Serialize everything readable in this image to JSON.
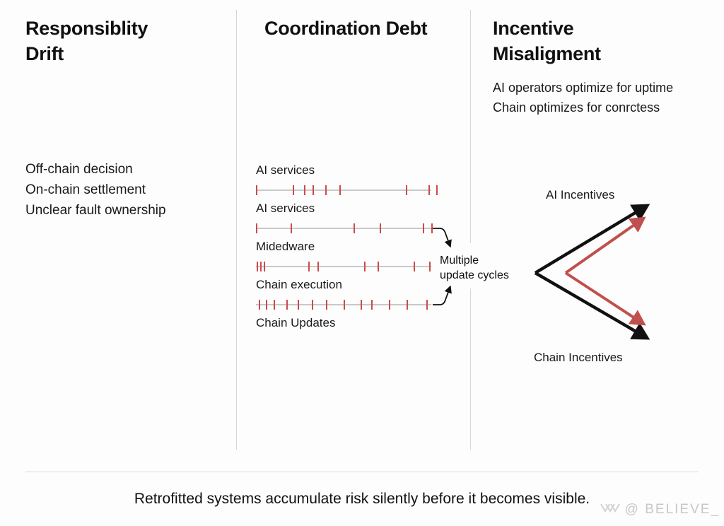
{
  "page": {
    "background_color": "#fdfdfd",
    "accent_red": "#cc4b4b",
    "arrow_black": "#111111",
    "arrow_red": "#c0504d",
    "divider_color": "#d6d6d6"
  },
  "columns": [
    {
      "id": "responsibility-drift",
      "title": "Responsiblity\nDrift",
      "lines": [
        "Off-chain decision",
        "On-chain settlement",
        "Unclear fault ownership"
      ]
    },
    {
      "id": "coordination-debt",
      "title": "Coordination Debt",
      "annotation": "Multiple\nupdate cycles",
      "timelines": [
        {
          "label": "AI services",
          "ticks": [
            0,
            52,
            68,
            80,
            98,
            118,
            212,
            244,
            255
          ]
        },
        {
          "label": "AI services",
          "ticks": [
            0,
            49,
            138,
            175,
            236,
            248
          ]
        },
        {
          "label": "Midedware",
          "ticks": [
            1,
            6,
            11,
            74,
            87,
            153,
            172,
            223,
            245
          ]
        },
        {
          "label": "Chain execution",
          "ticks": [
            4,
            14,
            25,
            43,
            59,
            79,
            99,
            124,
            148,
            163,
            188,
            213,
            241
          ]
        },
        {
          "label": "Chain Updates",
          "ticks": []
        }
      ]
    },
    {
      "id": "incentive-misalignment",
      "title": "Incentive\nMisaligment",
      "lines": [
        "AI operators optimize for uptime",
        "Chain optimizes for conrctess"
      ],
      "diagram": {
        "top_label": "AI Incentives",
        "bottom_label": "Chain Incentives"
      }
    }
  ],
  "footer": {
    "caption": "Retrofitted systems accumulate risk silently before it becomes visible.",
    "watermark": "@ BELIEVE_"
  }
}
